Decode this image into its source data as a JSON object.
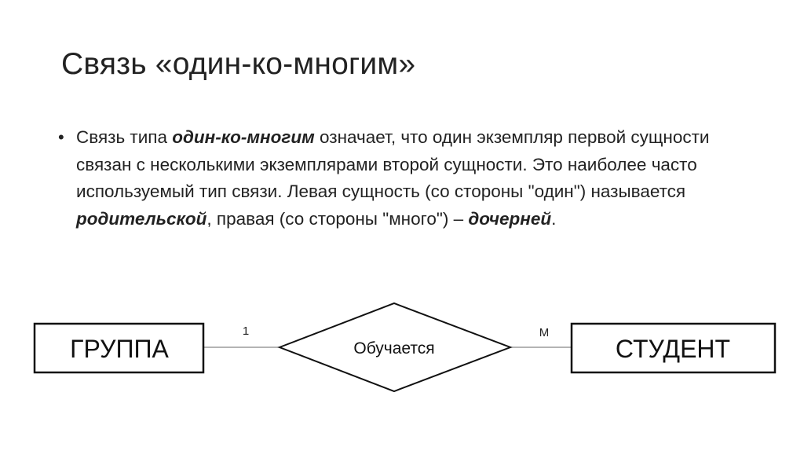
{
  "slide": {
    "title": "Связь «один-ко-многим»",
    "bullet_marker": "•",
    "paragraph": [
      {
        "text": "Связь типа ",
        "style": "normal"
      },
      {
        "text": "один-ко-многим",
        "style": "bold-italic"
      },
      {
        "text": " означает, что один экземпляр первой сущности связан с несколькими экземплярами второй сущности. Это наиболее часто используемый тип связи. Левая сущность (со стороны \"один\") называется ",
        "style": "normal"
      },
      {
        "text": "родительской",
        "style": "bold-italic"
      },
      {
        "text": ", правая (со стороны \"много\") – ",
        "style": "normal"
      },
      {
        "text": "дочерней",
        "style": "bold-italic"
      },
      {
        "text": ".",
        "style": "normal"
      }
    ]
  },
  "diagram": {
    "left_entity": "ГРУППА",
    "relationship": "Обучается",
    "right_entity": "СТУДЕНТ",
    "left_cardinality": "1",
    "right_cardinality": "M"
  }
}
